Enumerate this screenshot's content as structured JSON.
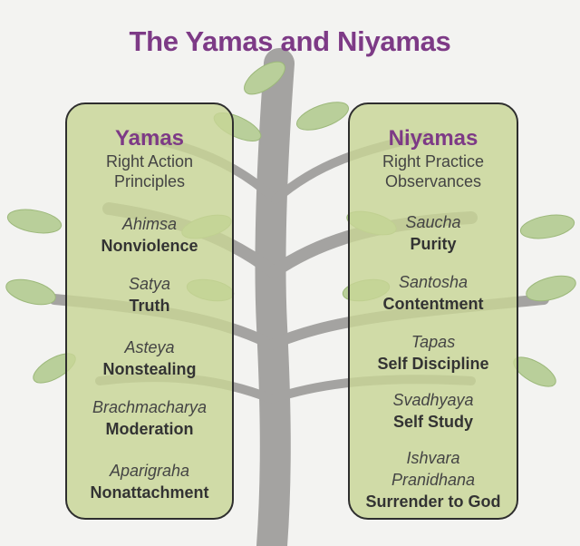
{
  "title": "The Yamas and Niyamas",
  "yamas": {
    "heading": "Yamas",
    "subtitle_line1": "Right Action",
    "subtitle_line2": "Principles",
    "items": [
      {
        "term": "Ahimsa",
        "meaning": "Nonviolence"
      },
      {
        "term": "Satya",
        "meaning": "Truth"
      },
      {
        "term": "Asteya",
        "meaning": "Nonstealing"
      },
      {
        "term": "Brachmacharya",
        "meaning": "Moderation"
      },
      {
        "term": "Aparigraha",
        "meaning": "Nonattachment"
      }
    ]
  },
  "niyamas": {
    "heading": "Niyamas",
    "subtitle_line1": "Right Practice",
    "subtitle_line2": "Observances",
    "items": [
      {
        "term": "Saucha",
        "meaning": "Purity"
      },
      {
        "term": "Santosha",
        "meaning": "Contentment"
      },
      {
        "term": "Tapas",
        "meaning": "Self Discipline"
      },
      {
        "term": "Svadhyaya",
        "meaning": "Self Study"
      },
      {
        "term": "Ishvara",
        "term2": "Pranidhana",
        "meaning": "Surrender to God"
      }
    ]
  },
  "colors": {
    "title": "#7d3a86",
    "panel_fill": "#c8d696",
    "trunk": "#a4a3a1",
    "leaf": "#b9cf9a"
  }
}
